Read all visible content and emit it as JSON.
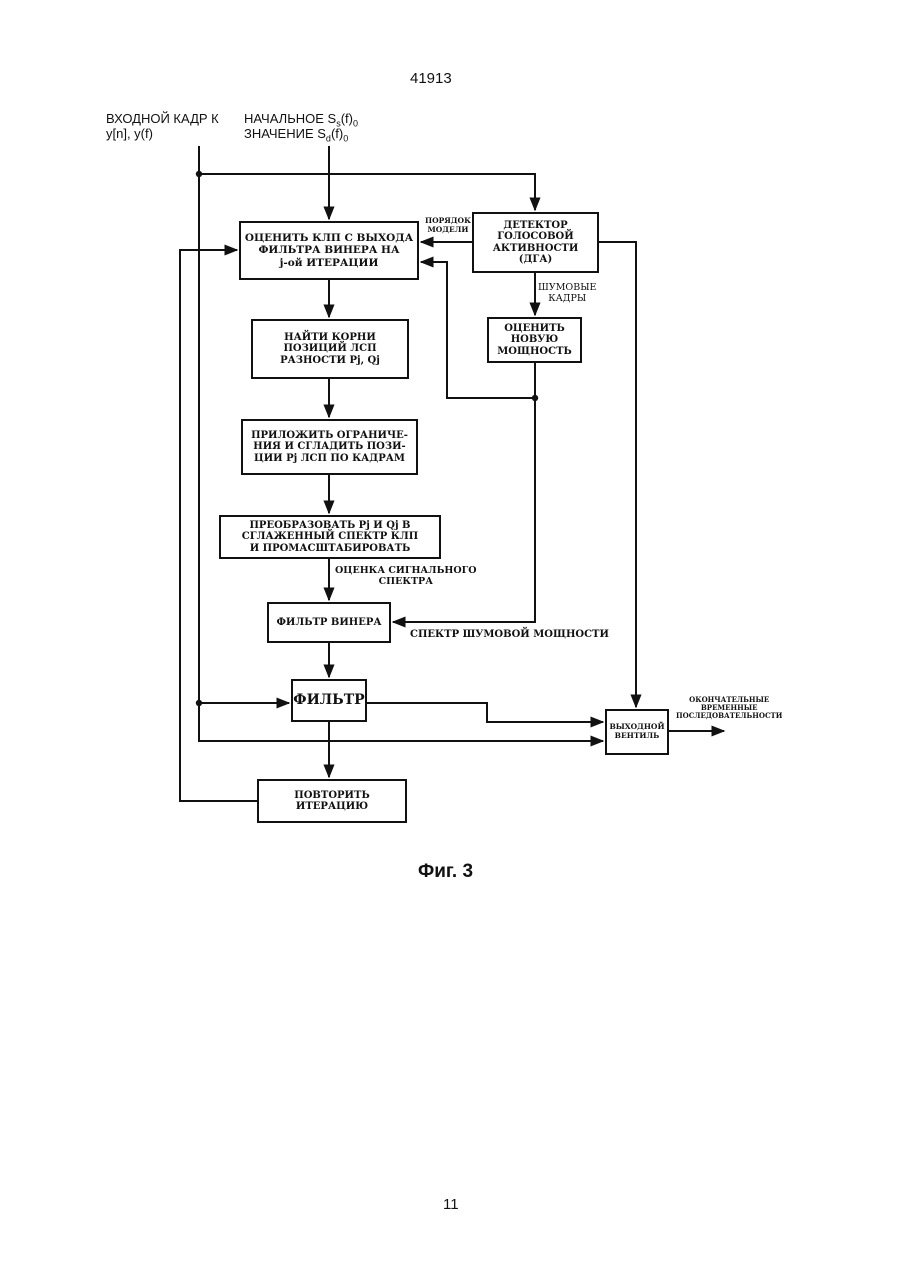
{
  "page": {
    "header_number": "41913",
    "figure_caption": "Фиг. 3",
    "page_number": "11"
  },
  "inputs": {
    "left_label_1": "ВХОДНОЙ КАДР К",
    "left_label_2": "y[n], y(f)",
    "right_label_1": "НАЧАЛЬНОЕ S",
    "right_label_1_sub": "s",
    "right_label_1_tail": "(f)",
    "right_label_1_sub2": "0",
    "right_label_2": "ЗНАЧЕНИЕ S",
    "right_label_2_sub": "d",
    "right_label_2_tail": "(f)",
    "right_label_2_sub2": "0"
  },
  "blocks": {
    "estimate_lpc": "ОЦЕНИТЬ КЛП С ВЫХОДА\nФИЛЬТРА ВИНЕРА НА\nj-ой ИТЕРАЦИИ",
    "vad": "ДЕТЕКТОР\nГОЛОСОВОЙ\nАКТИВНОСТИ\n(ДГА)",
    "find_roots": "НАЙТИ КОРНИ\nПОЗИЦИЙ ЛСП\nРАЗНОСТИ Pj, Qj",
    "new_power": "ОЦЕНИТЬ\nНОВУЮ\nМОЩНОСТЬ",
    "constraints": "ПРИЛОЖИТЬ ОГРАНИЧЕ-\nНИЯ И СГЛАДИТЬ ПОЗИ-\nЦИИ Pj ЛСП ПО КАДРАМ",
    "transform": "ПРЕОБРАЗОВАТЬ Pj И Qj В\nСГЛАЖЕННЫЙ СПЕКТР КЛП\nИ ПРОМАСШТАБИРОВАТЬ",
    "wiener": "ФИЛЬТР ВИНЕРА",
    "filter": "ФИЛЬТР",
    "output_gate": "ВЫХОДНОЙ\nВЕНТИЛЬ",
    "repeat": "ПОВТОРИТЬ\nИТЕРАЦИЮ"
  },
  "labels": {
    "model_order": "ПОРЯДОК\nМОДЕЛИ",
    "noise_frames": "ШУМОВЫЕ\nКАДРЫ",
    "signal_spectrum": "ОЦЕНКА СИГНАЛЬНОГО\nСПЕКТРА",
    "noise_spectrum": "СПЕКТР ШУМОВОЙ МОЩНОСТИ",
    "final_output": "ОКОНЧАТЕЛЬНЫЕ\nВРЕМЕННЫЕ\nПОСЛЕДОВАТЕЛЬНОСТИ"
  }
}
